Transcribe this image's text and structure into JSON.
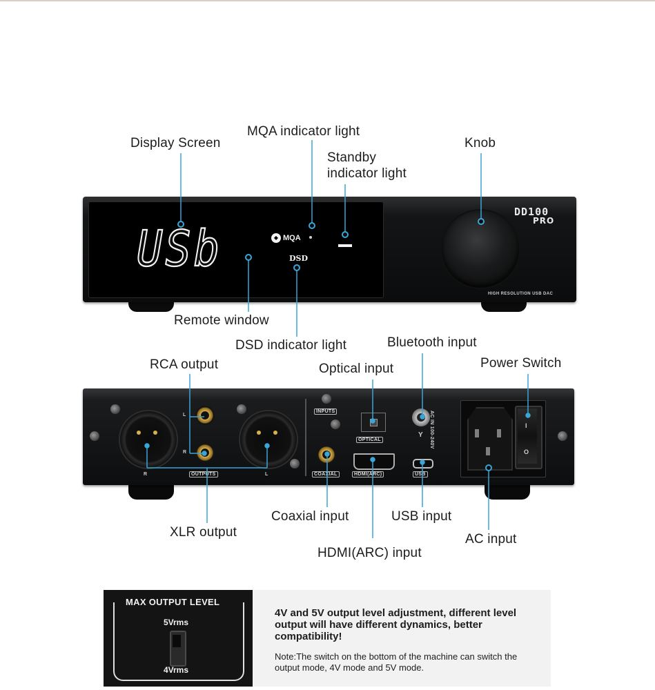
{
  "labels": {
    "display_screen": "Display Screen",
    "mqa_light": "MQA indicator light",
    "standby_line1": "Standby",
    "standby_line2": "indicator light",
    "knob": "Knob",
    "remote_window": "Remote window",
    "dsd_light": "DSD indicator light",
    "rca_output": "RCA output",
    "optical_input": "Optical input",
    "bluetooth_input": "Bluetooth input",
    "power_switch": "Power Switch",
    "coaxial_input": "Coaxial input",
    "usb_input": "USB input",
    "xlr_output": "XLR output",
    "ac_input": "AC input",
    "hdmi_input": "HDMI(ARC) input"
  },
  "front_panel": {
    "display_text": "USb",
    "mqa_badge": "MQA",
    "dsd_badge": "DSD",
    "brand_line1": "DD100",
    "brand_line2": "PRO",
    "subtitle": "HIGH RESOLUTION USB DAC"
  },
  "rear_panel": {
    "l": "L",
    "r": "R",
    "outputs": "OUTPUTS",
    "inputs": "INPUTS",
    "optical": "OPTICAL",
    "coaxial": "COAXIAL",
    "hdmi_arc": "HDMI(ARC)",
    "usb": "USB",
    "ac_rating": "AC IN 100-240V"
  },
  "output_panel": {
    "title": "MAX OUTPUT LEVEL",
    "high": "5Vrms",
    "low": "4Vrms",
    "description": "4V and 5V output level adjustment, different level output will have different dynamics, better compatibility!",
    "note": "Note:The switch on the bottom of the machine can switch the output mode, 4V mode and 5V mode."
  },
  "colors": {
    "callout": "#3aa6d8",
    "device": "#111213",
    "panel_dark": "#141414",
    "panel_light": "#f2f2f2"
  }
}
